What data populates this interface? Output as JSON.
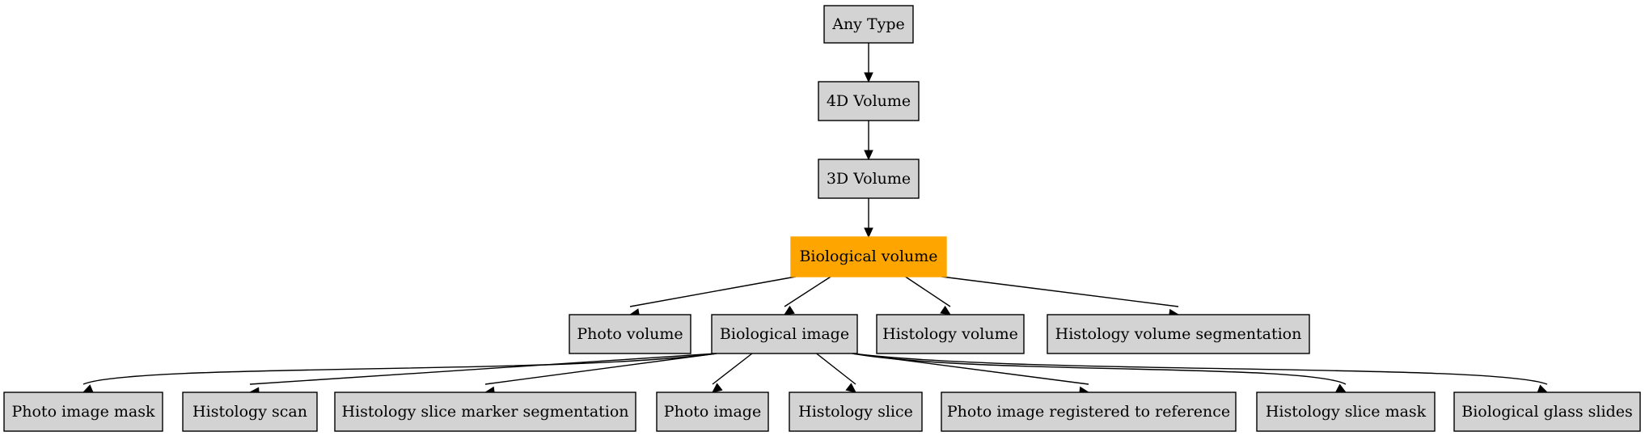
{
  "colors": {
    "node_fill": "#d3d3d3",
    "highlight_fill": "#ffa500",
    "stroke": "#000000",
    "background": "#ffffff"
  },
  "nodes": {
    "any_type": {
      "label": "Any Type"
    },
    "volume_4d": {
      "label": "4D Volume"
    },
    "volume_3d": {
      "label": "3D Volume"
    },
    "biological_volume": {
      "label": "Biological volume",
      "highlighted": true
    },
    "photo_volume": {
      "label": "Photo volume"
    },
    "biological_image": {
      "label": "Biological image"
    },
    "histology_volume": {
      "label": "Histology volume"
    },
    "histology_volume_segmentation": {
      "label": "Histology volume segmentation"
    },
    "photo_image_mask": {
      "label": "Photo image mask"
    },
    "histology_scan": {
      "label": "Histology scan"
    },
    "histology_slice_marker_segmentation": {
      "label": "Histology slice marker segmentation"
    },
    "photo_image": {
      "label": "Photo image"
    },
    "histology_slice": {
      "label": "Histology slice"
    },
    "photo_image_registered": {
      "label": "Photo image registered to reference"
    },
    "histology_slice_mask": {
      "label": "Histology slice mask"
    },
    "biological_glass_slides": {
      "label": "Biological glass slides"
    }
  },
  "edges": [
    [
      "any_type",
      "volume_4d"
    ],
    [
      "volume_4d",
      "volume_3d"
    ],
    [
      "volume_3d",
      "biological_volume"
    ],
    [
      "biological_volume",
      "photo_volume"
    ],
    [
      "biological_volume",
      "biological_image"
    ],
    [
      "biological_volume",
      "histology_volume"
    ],
    [
      "biological_volume",
      "histology_volume_segmentation"
    ],
    [
      "biological_image",
      "photo_image_mask"
    ],
    [
      "biological_image",
      "histology_scan"
    ],
    [
      "biological_image",
      "histology_slice_marker_segmentation"
    ],
    [
      "biological_image",
      "photo_image"
    ],
    [
      "biological_image",
      "histology_slice"
    ],
    [
      "biological_image",
      "photo_image_registered"
    ],
    [
      "biological_image",
      "histology_slice_mask"
    ],
    [
      "biological_image",
      "biological_glass_slides"
    ]
  ]
}
